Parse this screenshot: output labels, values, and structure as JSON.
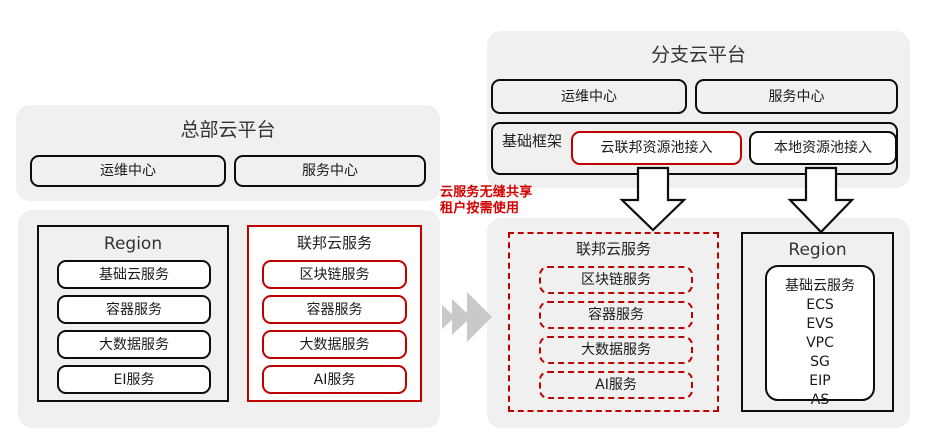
{
  "diagram": {
    "title_hq": "总部云平台",
    "title_branch": "分支云平台",
    "accent_red": "#c00000",
    "annotation_red": "#d40000",
    "panel_gray": "#f0f0f0",
    "arrow_gray": "#c9c9c9"
  },
  "hq": {
    "title": "总部云平台",
    "centers": [
      {
        "label": "运维中心"
      },
      {
        "label": "服务中心"
      }
    ],
    "region": {
      "title": "Region",
      "services": [
        {
          "label": "基础云服务"
        },
        {
          "label": "容器服务"
        },
        {
          "label": "大数据服务"
        },
        {
          "label": "EI服务"
        }
      ]
    },
    "federated": {
      "title": "联邦云服务",
      "services": [
        {
          "label": "区块链服务"
        },
        {
          "label": "容器服务"
        },
        {
          "label": "大数据服务"
        },
        {
          "label": "AI服务"
        }
      ]
    }
  },
  "annotation": {
    "line1": "云服务无缝共享",
    "line2": "租户按需使用",
    "text": "云服务无缝共享\n租户按需使用"
  },
  "branch": {
    "title": "分支云平台",
    "centers": [
      {
        "label": "运维中心"
      },
      {
        "label": "服务中心"
      }
    ],
    "framework": {
      "label": "基础框架",
      "access": [
        {
          "label": "云联邦资源池接入",
          "style": "red"
        },
        {
          "label": "本地资源池接入",
          "style": "black"
        }
      ]
    },
    "federated": {
      "title": "联邦云服务",
      "services": [
        {
          "label": "区块链服务"
        },
        {
          "label": "容器服务"
        },
        {
          "label": "大数据服务"
        },
        {
          "label": "AI服务"
        }
      ]
    },
    "region": {
      "title": "Region",
      "pool_title": "基础云服务",
      "pool_items": [
        "ECS",
        "EVS",
        "VPC",
        "SG",
        "EIP",
        "AS"
      ],
      "pool_text": "基础云服务\nECS\nEVS\nVPC\nSG\nEIP\nAS"
    }
  }
}
